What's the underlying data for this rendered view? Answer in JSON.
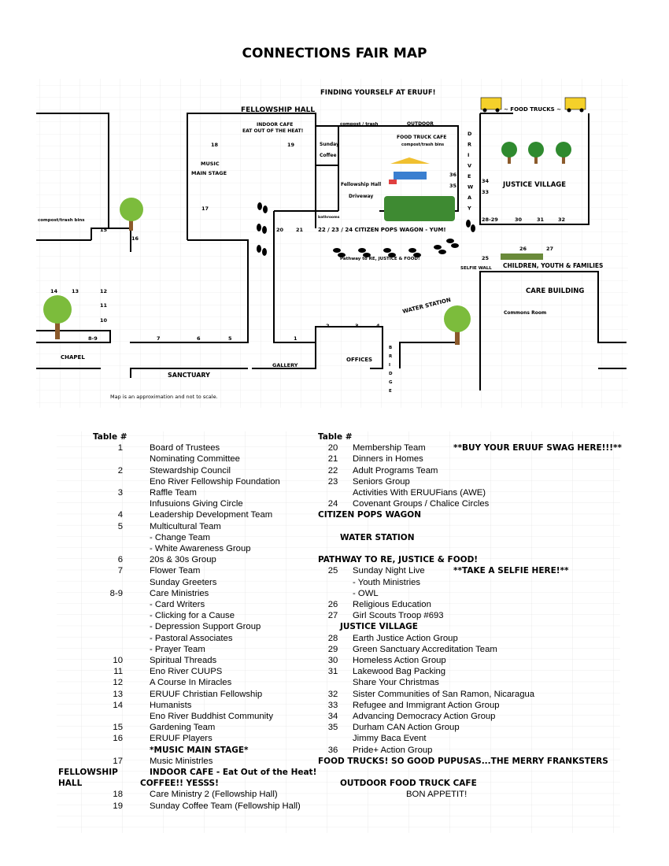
{
  "title": "CONNECTIONS FAIR MAP",
  "map": {
    "heading": "FINDING YOURSELF AT ERUUF!",
    "fellowship_hall": "FELLOWSHIP HALL",
    "food_trucks": "~ FOOD TRUCKS ~",
    "indoor_cafe_1": "INDOOR CAFE",
    "indoor_cafe_2": "EAT OUT OF THE HEAT!",
    "compost_trash": "compost / trash",
    "outdoor": "OUTDOOR",
    "food_truck_cafe": "FOOD TRUCK CAFE",
    "compost_bins": "compost/trash bins",
    "sunday": "Sunday",
    "coffee": "Coffee",
    "music": "MUSIC",
    "main_stage": "MAIN STAGE",
    "fh_driveway_1": "Fellowship Hall",
    "fh_driveway_2": "Driveway",
    "bathrooms": "bathrooms",
    "drive_letters": [
      "D",
      "R",
      "I",
      "V",
      "E",
      "W",
      "A",
      "Y"
    ],
    "justice_village": "JUSTICE VILLAGE",
    "compost_left": "compost/trash bins",
    "citizen_pops": "22 / 23 / 24 CITIZEN POPS WAGON - YUM!",
    "pathway": "Pathway to RE, JUSTICE & FOOD!",
    "selfie_wall": "SELFIE WALL",
    "children": "CHILDREN, YOUTH & FAMILIES",
    "care_building": "CARE BUILDING",
    "commons_room": "Commons Room",
    "water_station": "WATER STATION",
    "chapel": "CHAPEL",
    "sanctuary": "SANCTUARY",
    "gallery": "GALLERY",
    "offices": "OFFICES",
    "bridge_letters": [
      "B",
      "R",
      "I",
      "D",
      "G",
      "E"
    ],
    "disclaimer": "Map is an approximation and not to scale.",
    "nums": {
      "n18": "18",
      "n19": "19",
      "n36": "36",
      "n35": "35",
      "n34": "34",
      "n33": "33",
      "n17": "17",
      "n2829": "28-29",
      "n30": "30",
      "n31": "31",
      "n32": "32",
      "n15": "15",
      "n16": "16",
      "n20": "20",
      "n21": "21",
      "n26": "26",
      "n27": "27",
      "n25": "25",
      "n14": "14",
      "n13": "13",
      "n12": "12",
      "n11": "11",
      "n10": "10",
      "n89": "8-9",
      "n7": "7",
      "n6": "6",
      "n5": "5",
      "n1": "1",
      "n2": "2",
      "n3": "3",
      "n4": "4"
    }
  },
  "table": {
    "header_left": "Table #",
    "header_right": "Table #",
    "rows": [
      {
        "n": "1",
        "l": "Board of Trustees",
        "n2": "20",
        "r": "Membership Team",
        "note": "**BUY YOUR ERUUF SWAG HERE!!!**"
      },
      {
        "n": "",
        "l": "Nominating Committee",
        "n2": "21",
        "r": "Dinners in Homes",
        "note": ""
      },
      {
        "n": "2",
        "l": "Stewardship Council",
        "n2": "22",
        "r": "Adult Programs Team",
        "note": ""
      },
      {
        "n": "",
        "l": "Eno River Fellowship Foundation",
        "n2": "23",
        "r": "Seniors Group",
        "note": ""
      },
      {
        "n": "3",
        "l": "Raffle Team",
        "n2": "",
        "r": "Activities With ERUUFians (AWE)",
        "note": ""
      },
      {
        "n": "",
        "l": "Infusuions Giving Circle",
        "n2": "24",
        "r": "Covenant Groups / Chalice Circles",
        "note": ""
      },
      {
        "n": "4",
        "l": "Leadership Development Team",
        "n2": "",
        "r": "",
        "note": "",
        "bold": "CITIZEN POPS WAGON"
      },
      {
        "n": "5",
        "l": "Multicultural Team",
        "n2": "",
        "r": "",
        "note": ""
      },
      {
        "n": "",
        "l": "- Change Team",
        "n2": "",
        "r": "",
        "note": "",
        "bold_r": "WATER STATION"
      },
      {
        "n": "",
        "l": "- White Awareness Group",
        "n2": "",
        "r": "",
        "note": ""
      },
      {
        "n": "6",
        "l": "20s & 30s Group",
        "n2": "",
        "r": "",
        "note": "",
        "bold": "PATHWAY TO RE, JUSTICE & FOOD!"
      },
      {
        "n": "7",
        "l": "Flower Team",
        "n2": "25",
        "r": "Sunday Night Live",
        "note": "**TAKE A SELFIE HERE!**"
      },
      {
        "n": "",
        "l": "Sunday Greeters",
        "n2": "",
        "r": "- Youth Ministries",
        "note": ""
      },
      {
        "n": "8-9",
        "l": "Care Ministries",
        "n2": "",
        "r": "- OWL",
        "note": ""
      },
      {
        "n": "",
        "l": "- Card Writers",
        "n2": "26",
        "r": "Religious Education",
        "note": ""
      },
      {
        "n": "",
        "l": "- Clicking for a Cause",
        "n2": "27",
        "r": "Girl Scouts Troop #693",
        "note": ""
      },
      {
        "n": "",
        "l": "- Depression Support Group",
        "n2": "",
        "r": "",
        "note": "",
        "bold_r": "JUSTICE VILLAGE"
      },
      {
        "n": "",
        "l": "- Pastoral Associates",
        "n2": "28",
        "r": "Earth Justice Action Group",
        "note": ""
      },
      {
        "n": "",
        "l": "- Prayer Team",
        "n2": "29",
        "r": "Green Sanctuary Accreditation Team",
        "note": ""
      },
      {
        "n": "10",
        "l": "Spiritual Threads",
        "n2": "30",
        "r": "Homeless Action Group",
        "note": ""
      },
      {
        "n": "11",
        "l": "Eno River CUUPS",
        "n2": "31",
        "r": "Lakewood Bag Packing",
        "note": ""
      },
      {
        "n": "12",
        "l": "A Course In Miracles",
        "n2": "",
        "r": "Share Your Christmas",
        "note": ""
      },
      {
        "n": "13",
        "l": "ERUUF Christian Fellowship",
        "n2": "32",
        "r": "Sister Communities of San Ramon, Nicaragua",
        "note": ""
      },
      {
        "n": "14",
        "l": "Humanists",
        "n2": "33",
        "r": "Refugee and Immigrant Action Group",
        "note": ""
      },
      {
        "n": "",
        "l": "Eno River Buddhist Community",
        "n2": "34",
        "r": "Advancing Democracy Action Group",
        "note": ""
      },
      {
        "n": "15",
        "l": "Gardening Team",
        "n2": "35",
        "r": "Durham CAN Action Group",
        "note": ""
      },
      {
        "n": "16",
        "l": "ERUUF Players",
        "n2": "",
        "r": "Jimmy Baca Event",
        "note": ""
      },
      {
        "n": "",
        "l": "",
        "bold_l": "*MUSIC MAIN STAGE*",
        "n2": "36",
        "r": "Pride+ Action Group",
        "note": ""
      },
      {
        "n": "17",
        "l": "Music Ministrles",
        "n2": "",
        "r": "",
        "note": "",
        "bold": "FOOD TRUCKS! SO GOOD PUPUSAS...THE MERRY FRANKSTERS"
      },
      {
        "n": "",
        "pre": "FELLOWSHIP",
        "l": "",
        "bold_l": "INDOOR CAFE - Eat Out of the Heat!",
        "n2": "",
        "r": "",
        "note": ""
      },
      {
        "n": "",
        "pre": "HALL",
        "l": "",
        "bold_l2": "COFFEE!! YESSS!",
        "n2": "",
        "r": "",
        "note": "",
        "bold_r": "OUTDOOR FOOD TRUCK CAFE"
      },
      {
        "n": "18",
        "l": "Care Ministry 2  (Fellowship Hall)",
        "n2": "",
        "r": "",
        "note": "",
        "center": "BON APPETIT!"
      },
      {
        "n": "19",
        "l": "Sunday Coffee Team  (Fellowship Hall)",
        "n2": "",
        "r": "",
        "note": ""
      }
    ]
  }
}
